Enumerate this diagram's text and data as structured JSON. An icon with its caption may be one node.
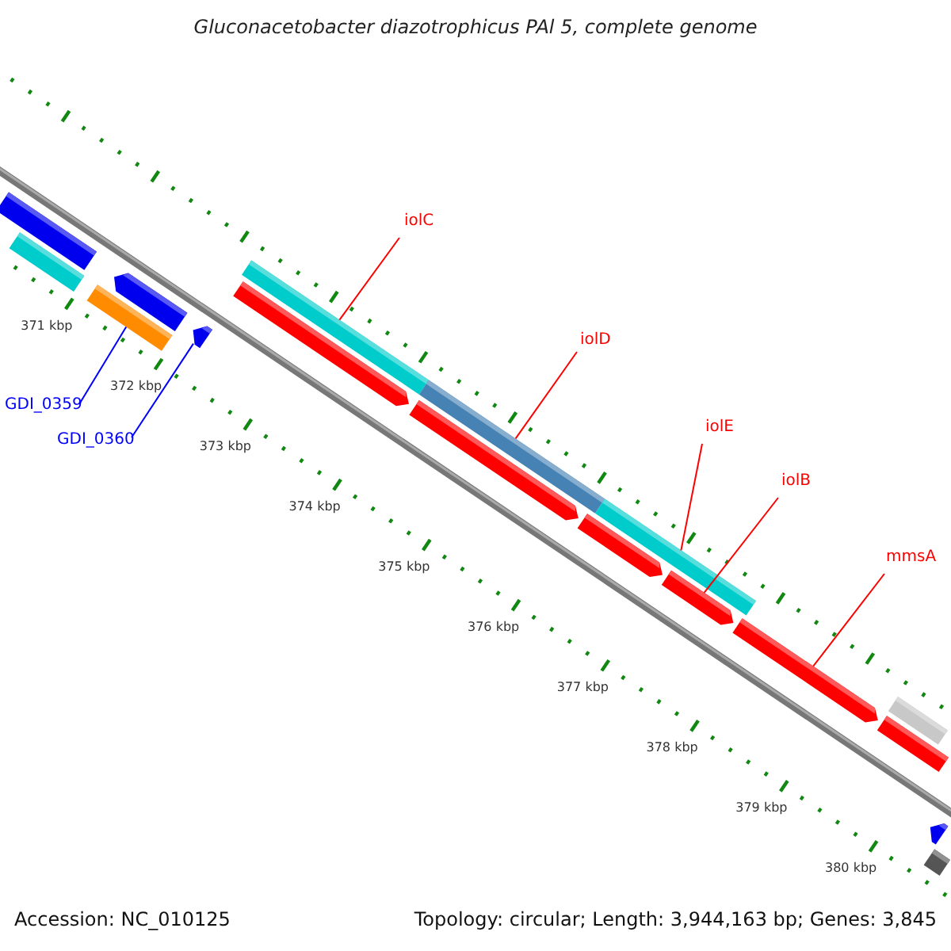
{
  "diagram": {
    "title": "Gluconacetobacter diazotrophicus PAl 5, complete genome",
    "nodes": [
      {
        "text": [
          "iolC"
        ]
      },
      {
        "text": [],
        "shape": "bar"
      },
      {
        "text": [
          "iolD"
        ]
      },
      {
        "text": [],
        "shape": "bar"
      },
      {
        "text": [
          "GDI_0359"
        ]
      },
      {
        "text": [],
        "shape": "bar"
      },
      {
        "text": [
          "iolE"
        ]
      },
      {
        "text": [],
        "shape": "bar"
      },
      {
        "text": [
          "GDI_0360"
        ]
      },
      {
        "text": [],
        "shape": "bar"
      },
      {
        "text": [
          "iolB"
        ]
      },
      {
        "text": [],
        "shape": "bar"
      },
      {
        "text": [
          "mmsA"
        ]
      },
      {
        "text": [],
        "shape": "bar"
      },
      {
        "text": [],
        "shape": "bar"
      },
      {
        "text": [],
        "shape": "bar"
      },
      {
        "text": [],
        "shape": "bar"
      },
      {
        "text": [],
        "shape": "bar"
      },
      {
        "text": [],
        "shape": "bar"
      },
      {
        "text": [],
        "shape": "bar"
      },
      {
        "text": [],
        "shape": "bar"
      },
      {
        "text": [],
        "shape": "bar"
      },
      {
        "text": [],
        "shape": "bar"
      },
      {
        "text": [],
        "shape": "bar"
      }
    ],
    "edges": [
      {
        "from": 0,
        "to": 1,
        "arrow": "none"
      },
      {
        "from": 2,
        "to": 3,
        "arrow": "none"
      },
      {
        "from": 4,
        "to": 5,
        "arrow": "none",
        "color": "#0000ff"
      },
      {
        "from": 6,
        "to": 7,
        "arrow": "none"
      },
      {
        "from": 8,
        "to": 9,
        "arrow": "none",
        "color": "#0000ff"
      },
      {
        "from": 10,
        "to": 11,
        "arrow": "none"
      },
      {
        "from": 12,
        "to": 13,
        "arrow": "none"
      }
    ],
    "labels": [
      "371 kbp",
      "372 kbp",
      "373 kbp",
      "374 kbp",
      "375 kbp",
      "376 kbp",
      "377 kbp",
      "378 kbp",
      "379 kbp",
      "380 kbp",
      "Accession: NC_010125",
      "Topology: circular; Length: 3,944,163 bp; Genes: 3,845"
    ]
  }
}
